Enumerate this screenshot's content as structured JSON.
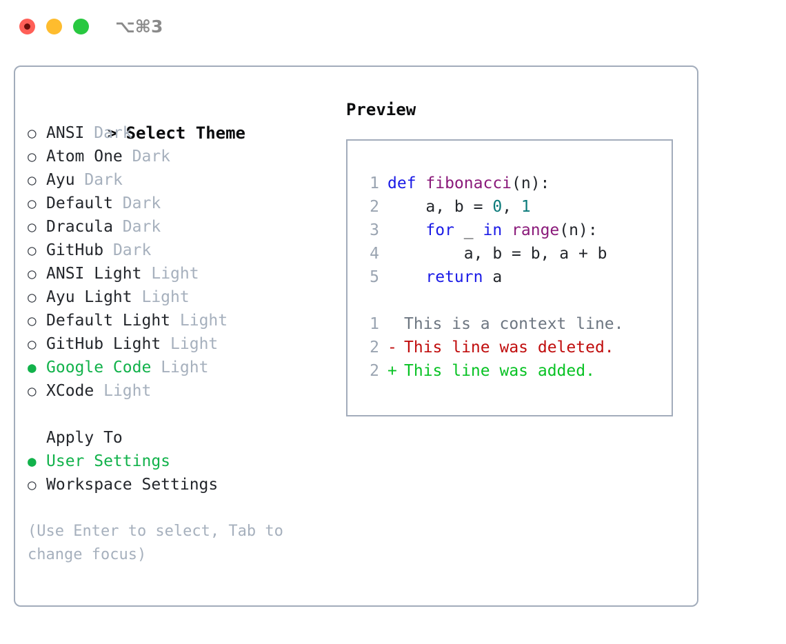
{
  "window": {
    "title": "⌥⌘3",
    "controls": [
      {
        "name": "close",
        "color": "#ff5f57"
      },
      {
        "name": "minimize",
        "color": "#febc2e"
      },
      {
        "name": "maximize",
        "color": "#28c840"
      }
    ]
  },
  "theme_list": {
    "header": "Select Theme",
    "caret": ">",
    "bullet_empty": "○",
    "bullet_filled": "●",
    "items": [
      {
        "name": "ANSI",
        "variant": "Dark",
        "selected": false
      },
      {
        "name": "Atom One",
        "variant": "Dark",
        "selected": false
      },
      {
        "name": "Ayu",
        "variant": "Dark",
        "selected": false
      },
      {
        "name": "Default",
        "variant": "Dark",
        "selected": false
      },
      {
        "name": "Dracula",
        "variant": "Dark",
        "selected": false
      },
      {
        "name": "GitHub",
        "variant": "Dark",
        "selected": false
      },
      {
        "name": "ANSI Light",
        "variant": "Light",
        "selected": false
      },
      {
        "name": "Ayu Light",
        "variant": "Light",
        "selected": false
      },
      {
        "name": "Default Light",
        "variant": "Light",
        "selected": false
      },
      {
        "name": "GitHub Light",
        "variant": "Light",
        "selected": false
      },
      {
        "name": "Google Code",
        "variant": "Light",
        "selected": true
      },
      {
        "name": "XCode",
        "variant": "Light",
        "selected": false
      }
    ]
  },
  "apply_to": {
    "title": "Apply To",
    "options": [
      {
        "label": "User Settings",
        "selected": true
      },
      {
        "label": "Workspace Settings",
        "selected": false
      }
    ]
  },
  "hint": "(Use Enter to select, Tab to change focus)",
  "preview": {
    "title": "Preview",
    "code_lines": [
      {
        "number": "1",
        "tokens": [
          {
            "text": "def ",
            "type": "keyword"
          },
          {
            "text": "fibonacci",
            "type": "function"
          },
          {
            "text": "(n):",
            "type": "plain"
          }
        ]
      },
      {
        "number": "2",
        "tokens": [
          {
            "text": "    a, b = ",
            "type": "plain"
          },
          {
            "text": "0",
            "type": "number"
          },
          {
            "text": ", ",
            "type": "plain"
          },
          {
            "text": "1",
            "type": "number"
          }
        ]
      },
      {
        "number": "3",
        "tokens": [
          {
            "text": "    ",
            "type": "plain"
          },
          {
            "text": "for",
            "type": "keyword"
          },
          {
            "text": " _ ",
            "type": "plain"
          },
          {
            "text": "in",
            "type": "keyword"
          },
          {
            "text": " ",
            "type": "plain"
          },
          {
            "text": "range",
            "type": "function"
          },
          {
            "text": "(n):",
            "type": "plain"
          }
        ]
      },
      {
        "number": "4",
        "tokens": [
          {
            "text": "        a, b = b, a + b",
            "type": "plain"
          }
        ]
      },
      {
        "number": "5",
        "tokens": [
          {
            "text": "    ",
            "type": "plain"
          },
          {
            "text": "return",
            "type": "keyword"
          },
          {
            "text": " a",
            "type": "plain"
          }
        ]
      }
    ],
    "diff_lines": [
      {
        "number": "1",
        "marker": " ",
        "text": "This is a context line.",
        "type": "context"
      },
      {
        "number": "2",
        "marker": "-",
        "text": "This line was deleted.",
        "type": "deleted"
      },
      {
        "number": "2",
        "marker": "+",
        "text": "This line was added.",
        "type": "added"
      }
    ]
  },
  "colors": {
    "border": "#a2acbb",
    "selected_green": "#12b24b",
    "dim_text": "#a6b0bd",
    "keyword_blue": "#1a1ae6",
    "function_purple": "#8a1a7a",
    "number_teal": "#0a7a7a",
    "diff_deleted_red": "#c00d0d",
    "diff_added_green": "#08c224",
    "line_number_gray": "#9aa4b1"
  }
}
